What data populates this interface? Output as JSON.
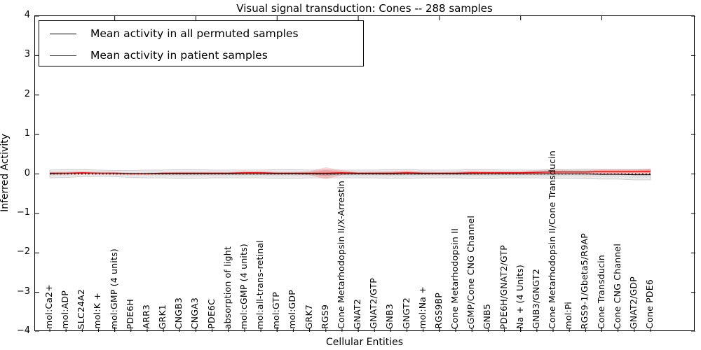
{
  "title": "Visual signal transduction: Cones -- 288 samples",
  "xlabel": "Cellular Entities",
  "ylabel": "Inferred Activity",
  "legend": [
    {
      "label": "Mean activity in all permuted samples",
      "color": "#000000"
    },
    {
      "label": "Mean activity in patient samples",
      "color": "#ff0000"
    }
  ],
  "chart_data": {
    "type": "line",
    "title": "Visual signal transduction: Cones -- 288 samples",
    "xlabel": "Cellular Entities",
    "ylabel": "Inferred Activity",
    "ylim": [
      -4,
      4
    ],
    "yticks": [
      4,
      3,
      2,
      1,
      0,
      -1,
      -2,
      -3,
      -4
    ],
    "grid": false,
    "legend_position": "upper left",
    "zero_line_style": "dotted",
    "colors": {
      "permuted_line": "#000000",
      "permuted_band": "#ebebeb",
      "permuted_band_edge": "#c8c8c8",
      "patient_line": "#ff0000",
      "patient_band": "rgba(255,0,0,0.16)"
    },
    "categories": [
      "mol:Ca2+",
      "mol:ADP",
      "SLC24A2",
      "mol:K +",
      "mol:GMP (4 units)",
      "PDE6H",
      "ARR3",
      "GRK1",
      "CNGB3",
      "CNGA3",
      "PDE6C",
      "absorption of light",
      "mol:cGMP (4 units)",
      "mol:all-trans-retinal",
      "mol:GTP",
      "mol:GDP",
      "GRK7",
      "RGS9",
      "Cone Metarhodopsin II/X-Arrestin",
      "GNAT2",
      "GNAT2/GTP",
      "GNB3",
      "GNGT2",
      "mol:Na +",
      "RGS9BP",
      "Cone Metarhodopsin II",
      "cGMP/Cone CNG Channel",
      "GNB5",
      "PDE6H/GNAT2/GTP",
      "Na + (4 Units)",
      "GNB3/GNGT2",
      "Cone Metarhodopsin II/Cone Transducin",
      "mol:Pi",
      "RGS9-1/Gbeta5/R9AP",
      "Cone Transducin",
      "Cone CNG Channel",
      "GNAT2/GDP",
      "Cone PDE6"
    ],
    "series": [
      {
        "name": "Mean activity in all permuted samples",
        "color": "#000000",
        "values": [
          0.0,
          0.01,
          0.02,
          0.02,
          0.01,
          0.0,
          0.0,
          0.0,
          0.0,
          0.0,
          0.0,
          0.0,
          0.0,
          0.0,
          0.0,
          0.0,
          0.0,
          0.0,
          0.0,
          0.0,
          0.0,
          0.0,
          0.0,
          0.0,
          0.0,
          0.0,
          0.0,
          0.0,
          0.0,
          0.0,
          0.0,
          0.0,
          0.0,
          0.0,
          -0.01,
          -0.01,
          -0.02,
          -0.02
        ],
        "band_halfwidth": [
          0.1,
          0.1,
          0.09,
          0.08,
          0.08,
          0.09,
          0.1,
          0.1,
          0.11,
          0.11,
          0.1,
          0.1,
          0.1,
          0.1,
          0.11,
          0.11,
          0.1,
          0.1,
          0.1,
          0.1,
          0.1,
          0.11,
          0.11,
          0.1,
          0.1,
          0.1,
          0.11,
          0.11,
          0.1,
          0.1,
          0.1,
          0.11,
          0.11,
          0.12,
          0.12,
          0.12,
          0.13,
          0.13
        ]
      },
      {
        "name": "Mean activity in patient samples",
        "color": "#ff0000",
        "values": [
          0.02,
          0.02,
          0.03,
          0.02,
          0.02,
          0.01,
          0.01,
          0.02,
          0.02,
          0.02,
          0.02,
          0.02,
          0.03,
          0.03,
          0.02,
          0.02,
          0.02,
          0.02,
          0.03,
          0.02,
          0.02,
          0.02,
          0.03,
          0.02,
          0.02,
          0.02,
          0.03,
          0.03,
          0.03,
          0.03,
          0.04,
          0.05,
          0.05,
          0.05,
          0.06,
          0.06,
          0.06,
          0.07
        ],
        "band_halfwidth": [
          0.03,
          0.03,
          0.03,
          0.03,
          0.03,
          0.02,
          0.02,
          0.02,
          0.03,
          0.03,
          0.03,
          0.03,
          0.04,
          0.04,
          0.03,
          0.03,
          0.05,
          0.15,
          0.06,
          0.03,
          0.04,
          0.05,
          0.05,
          0.04,
          0.03,
          0.04,
          0.05,
          0.04,
          0.04,
          0.04,
          0.05,
          0.06,
          0.05,
          0.05,
          0.06,
          0.06,
          0.06,
          0.07
        ]
      }
    ]
  }
}
